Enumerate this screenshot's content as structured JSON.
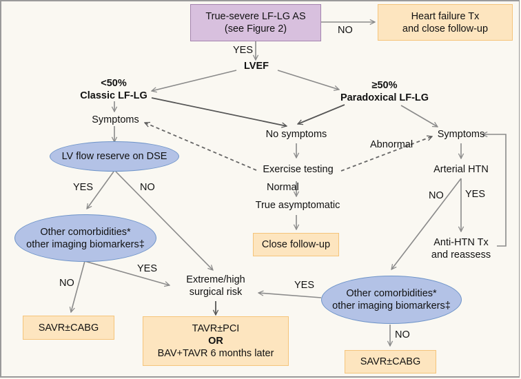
{
  "nodes": {
    "start": {
      "line1": "True-severe LF-LG AS",
      "line2": "(see Figure 2)"
    },
    "heart_failure": {
      "line1": "Heart failure Tx",
      "line2": "and close follow-up"
    },
    "lvef": "LVEF",
    "classic": {
      "line1": "<50%",
      "line2": "Classic LF-LG"
    },
    "paradoxical": {
      "line1": "≥50%",
      "line2": "Paradoxical LF-LG"
    },
    "symptoms_left": "Symptoms",
    "no_symptoms": "No symptoms",
    "symptoms_right": "Symptoms",
    "lv_flow_reserve": "LV flow reserve on DSE",
    "exercise_testing": "Exercise testing",
    "arterial_htn": "Arterial HTN",
    "true_asymptomatic": "True asymptomatic",
    "close_follow_up": "Close follow-up",
    "comorbidities_left": {
      "line1": "Other comorbidities*",
      "line2": "other imaging biomarkers‡"
    },
    "anti_htn": {
      "line1": "Anti-HTN Tx",
      "line2": "and reassess"
    },
    "extreme_risk": {
      "line1": "Extreme/high",
      "line2": "surgical risk"
    },
    "comorbidities_right": {
      "line1": "Other comorbidities*",
      "line2": "other imaging biomarkers‡"
    },
    "savr_left": "SAVR±CABG",
    "tavr": {
      "line1": "TAVR±PCI",
      "line2": "OR",
      "line3": "BAV+TAVR 6 months later"
    },
    "savr_right": "SAVR±CABG"
  },
  "edge_labels": {
    "start_no": "NO",
    "start_yes": "YES",
    "abnormal": "Abnormal",
    "normal": "Normal",
    "lvflow_yes": "YES",
    "lvflow_no": "NO",
    "htn_no": "NO",
    "htn_yes": "YES",
    "comorb_left_yes": "YES",
    "comorb_left_no": "NO",
    "comorb_right_yes": "YES",
    "comorb_right_no": "NO"
  },
  "colors": {
    "start_fill": "#d8c0de",
    "outcome_fill": "#fde5bf",
    "decision_fill": "#b3c2e6",
    "arrow": "#8a8a8a",
    "background": "#faf8f2"
  }
}
